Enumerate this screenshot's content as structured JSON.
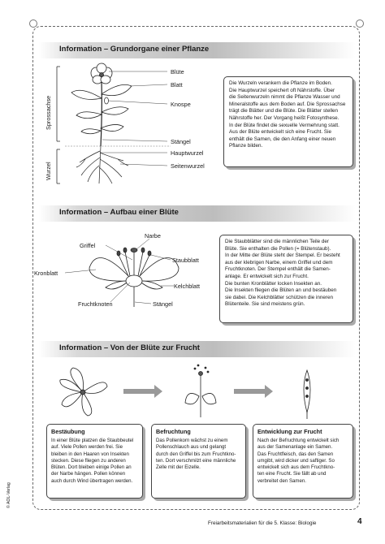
{
  "sections": [
    {
      "title": "Information – Grundorgane einer Pflanze"
    },
    {
      "title": "Information – Aufbau einer Blüte"
    },
    {
      "title": "Information – Von der Blüte zur Frucht"
    }
  ],
  "plant": {
    "labels": [
      "Blüte",
      "Blatt",
      "Knospe",
      "Stängel",
      "Hauptwurzel",
      "Seitenwurzel"
    ],
    "side_labels": [
      "Sprossachse",
      "Wurzel"
    ],
    "info_lines": [
      "Die Wurzeln verankern die Pflanze im Boden.",
      "Die Hauptwurzel speichert oft Nährstoffe. Über",
      "die Seitenwurzeln nimmt die Pflanze Wasser und",
      "Mineralstoffe aus dem Boden auf. Die Sprossachse",
      "trägt die Blätter und die Blüte. Die Blätter stellen",
      "Nährstoffe her. Der Vorgang heißt Fotosynthese.",
      "In der Blüte findet die sexuelle Vermehrung statt.",
      "Aus der Blüte entwickelt sich eine Frucht. Sie",
      "enthält die Samen, die den Anfang einer neuen",
      "Pflanze bilden."
    ]
  },
  "flower": {
    "labels": [
      "Narbe",
      "Griffel",
      "Staubblatt",
      "Kronblatt",
      "Kelchblatt",
      "Fruchtknoten",
      "Stängel"
    ],
    "info_lines": [
      "Die Staubblätter sind die männlichen Teile der",
      "Blüte. Sie enthalten die Pollen (= Blütenstaub).",
      "In der Mitte der Blüte steht der Stempel. Er besteht",
      "aus der klebrigen Narbe, einem Griffel und dem",
      "Fruchtknoten. Der Stempel enthält die Samen-",
      "anlage. Er entwickelt sich zur Frucht.",
      "Die bunten Kronblätter locken Insekten an.",
      "Die Insekten fliegen die Blüten an und bestäuben",
      "sie dabei. Die Kelchblätter schützen die inneren",
      "Blütenteile. Sie sind meistens grün."
    ]
  },
  "cards": [
    {
      "heading": "Bestäubung",
      "lines": [
        "In einer Blüte platzen die Staubbeutel",
        "auf. Viele Pollen werden frei. Sie",
        "bleiben in den Haaren von Insekten",
        "stecken. Diese fliegen zu anderen",
        "Blüten. Dort bleiben einige Pollen an",
        "der Narbe hängen. Pollen können",
        "auch durch Wind übertragen werden."
      ]
    },
    {
      "heading": "Befruchtung",
      "lines": [
        "Das Pollenkorn wächst zu einem",
        "Pollenschlauch aus und gelangt",
        "durch den Griffel bis zum Fruchtkno-",
        "ten. Dort verschmilzt eine männliche",
        "Zelle mit der Eizelle."
      ]
    },
    {
      "heading": "Entwicklung zur Frucht",
      "lines": [
        "Nach der Befruchtung entwickelt sich",
        "aus der Samenanlage ein Samen.",
        "Das Fruchtfleisch, das den Samen",
        "umgibt, wird dicker und saftiger. So",
        "entwickelt sich aus dem Fruchtkno-",
        "ten eine Frucht. Sie fällt ab und",
        "verbreitet den Samen."
      ]
    }
  ],
  "footer": {
    "text": "Freiarbeitsmaterialien für die 5. Klasse: Biologie",
    "page": "4",
    "copyright": "© AOL-Verlag"
  }
}
